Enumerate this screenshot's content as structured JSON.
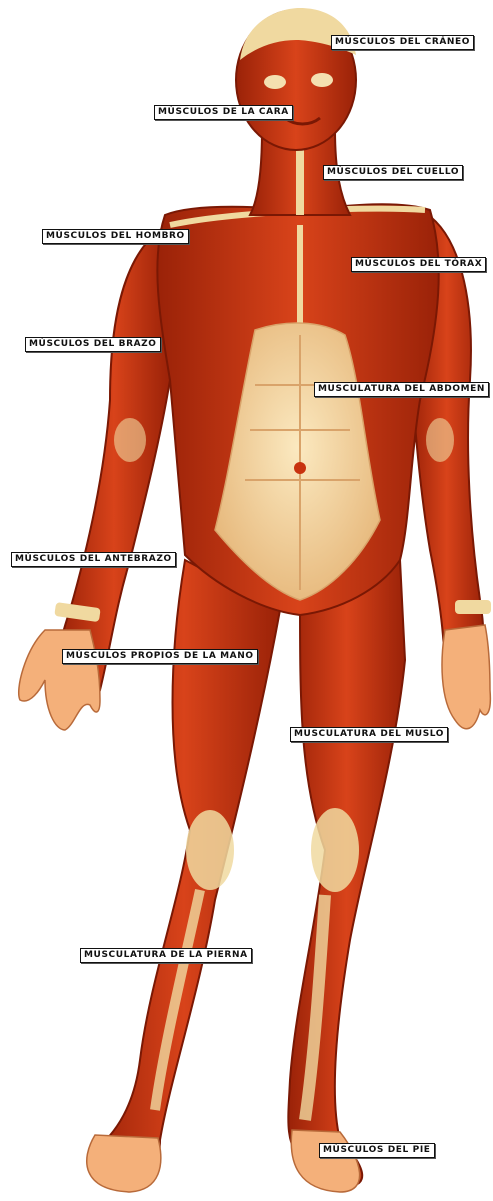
{
  "labels": {
    "craneo": "MÚSCULOS DEL CRÁNEO",
    "cara": "MÚSCULOS DE LA CARA",
    "cuello": "MÚSCULOS DEL CUELLO",
    "hombro": "MÚSCULOS DEL HOMBRO",
    "torax": "MÚSCULOS DEL TÓRAX",
    "brazo": "MÚSCULOS DEL BRAZO",
    "abdomen": "MUSCULATURA DEL ABDOMEN",
    "antebrazo": "MÚSCULOS DEL ANTEBRAZO",
    "mano": "MÚSCULOS PROPIOS DE LA MANO",
    "muslo": "MUSCULATURA DEL MUSLO",
    "pierna": "MUSCULATURA DE LA PIERNA",
    "pie": "MÚSCULOS DEL PIE"
  },
  "colors": {
    "muscle": "#c8320f",
    "muscle_dark": "#8e1c06",
    "tendon": "#f0d9a0",
    "skin": "#f4b07a",
    "label_border": "#111111"
  }
}
